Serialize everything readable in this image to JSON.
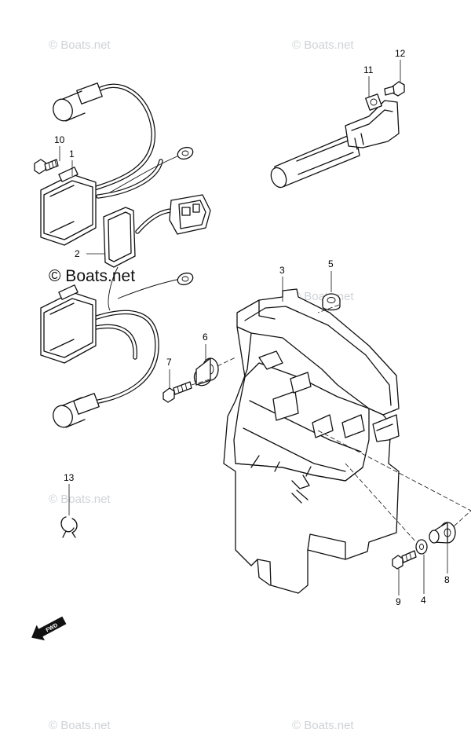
{
  "watermark": {
    "small_text": "© Boats.net",
    "large_text": "© Boats.net"
  },
  "fwd_badge": "FWD",
  "colors": {
    "line": "#111111",
    "watermark": "#cfd3d6",
    "background": "#ffffff"
  },
  "callouts": {
    "c1": "1",
    "c2": "2",
    "c3": "3",
    "c4": "4",
    "c5": "5",
    "c6": "6",
    "c7": "7",
    "c8": "8",
    "c9": "9",
    "c10": "10",
    "c11": "11",
    "c12": "12",
    "c13": "13"
  }
}
